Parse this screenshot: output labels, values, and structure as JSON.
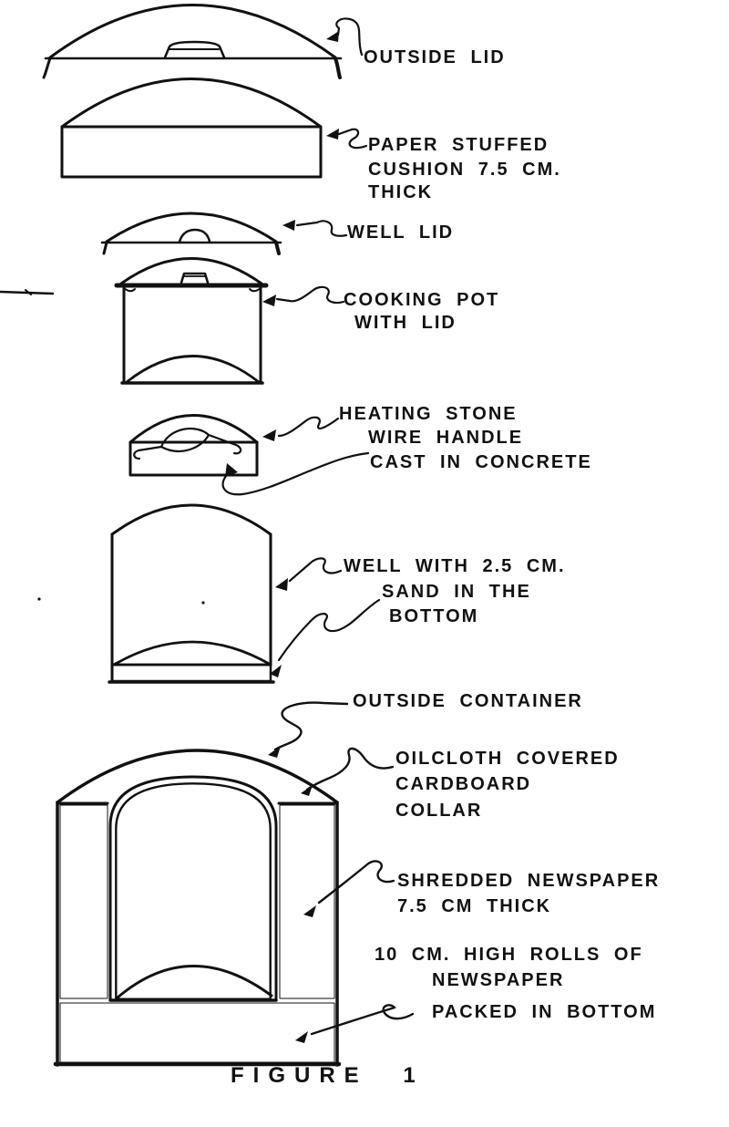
{
  "figure": {
    "caption": "FIGURE 1",
    "colors": {
      "ink": "#111111",
      "paper": "#ffffff"
    },
    "labels": {
      "outside_lid": {
        "lines": [
          "OUTSIDE LID"
        ]
      },
      "cushion": {
        "lines": [
          "PAPER STUFFED",
          "CUSHION 7.5 CM.",
          "THICK"
        ]
      },
      "well_lid": {
        "lines": [
          "WELL LID"
        ]
      },
      "cooking_pot": {
        "lines": [
          "COOKING POT",
          "WITH LID"
        ]
      },
      "heating_stone": {
        "lines": [
          "HEATING STONE",
          "WIRE HANDLE",
          "CAST IN CONCRETE"
        ]
      },
      "well": {
        "lines": [
          "WELL WITH 2.5 CM.",
          "SAND IN THE",
          "BOTTOM"
        ]
      },
      "outside_container": {
        "lines": [
          "OUTSIDE CONTAINER"
        ]
      },
      "collar": {
        "lines": [
          "OILCLOTH COVERED",
          "CARDBOARD",
          "COLLAR"
        ]
      },
      "shredded": {
        "lines": [
          "SHREDDED NEWSPAPER",
          "7.5 CM THICK"
        ]
      },
      "rolls": {
        "lines": [
          "10 CM. HIGH ROLLS OF",
          "NEWSPAPER",
          "PACKED IN BOTTOM"
        ]
      }
    }
  }
}
